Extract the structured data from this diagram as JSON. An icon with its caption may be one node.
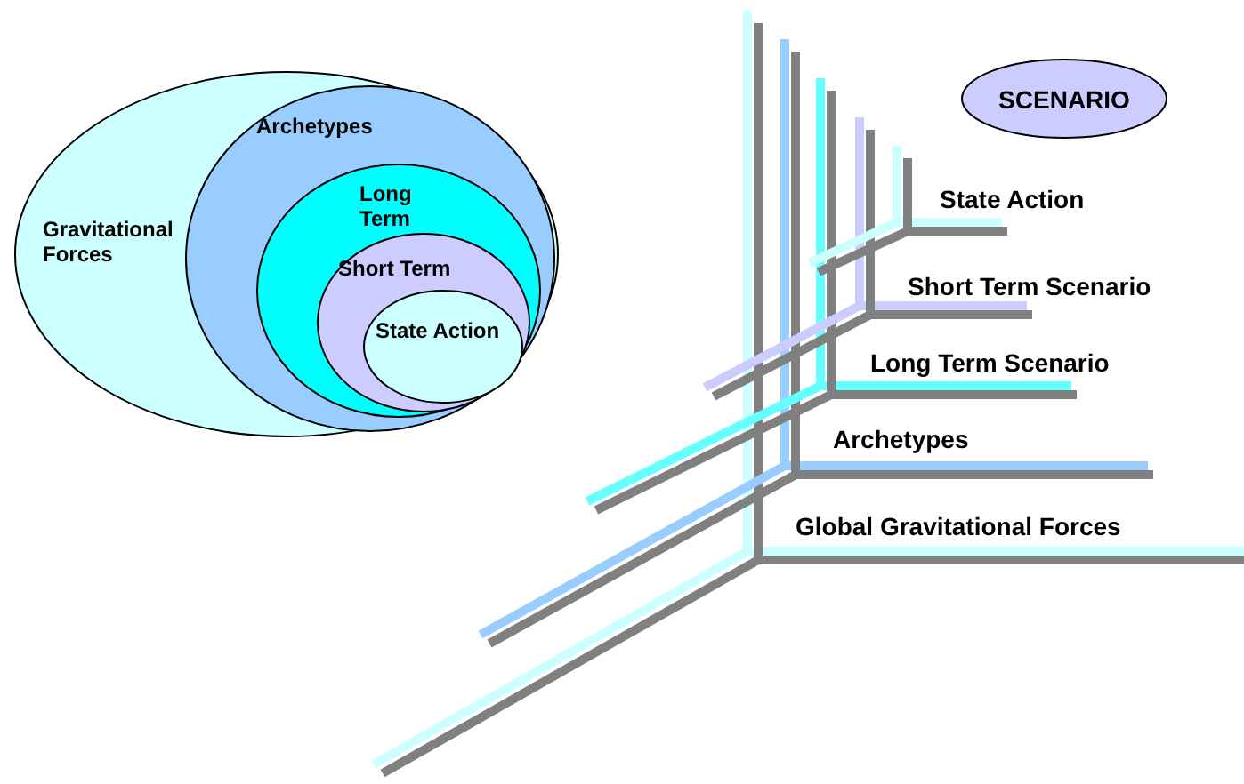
{
  "diagram": {
    "nodes": [
      {
        "text": [
          "Gravitational Forces"
        ]
      },
      {
        "text": [
          "Archetypes"
        ],
        "in": 0
      },
      {
        "text": [
          "Long Term"
        ],
        "in": 1
      },
      {
        "text": [
          "Short Term"
        ],
        "in": 2
      },
      {
        "text": [
          "State Action"
        ],
        "in": 3
      },
      {
        "text": [
          "SCENARIO"
        ]
      }
    ],
    "edges": [],
    "labels": [
      "State Action",
      "Short Term Scenario",
      "Long Term Scenario",
      "Archetypes",
      "Global Gravitational Forces"
    ]
  }
}
